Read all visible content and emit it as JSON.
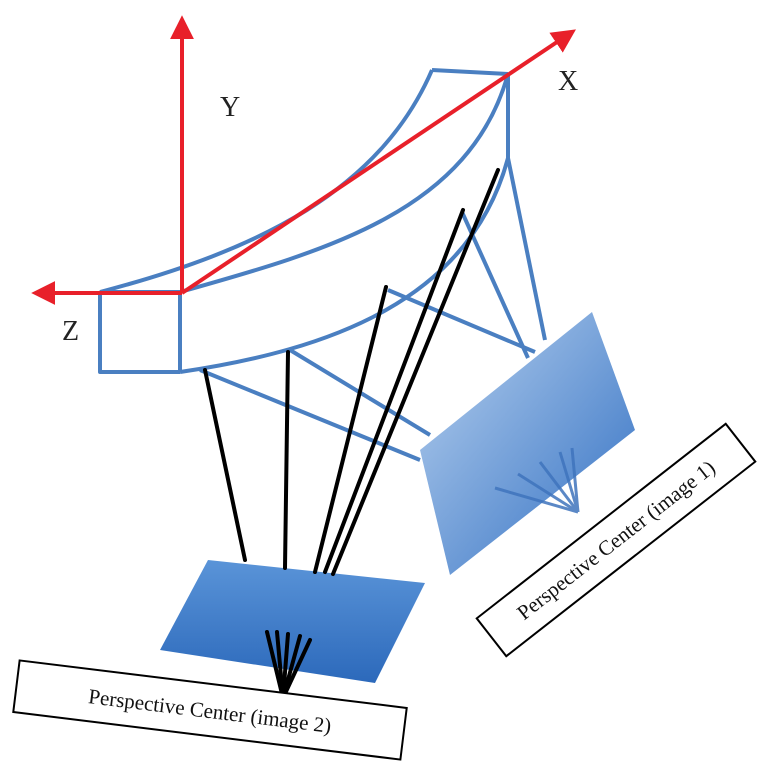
{
  "axes": {
    "x_label": "X",
    "y_label": "Y",
    "z_label": "Z",
    "axis_color": "#e8202a"
  },
  "captions": {
    "image1": "Perspective Center (image 1)",
    "image2": "Perspective Center (image 2)"
  },
  "colors": {
    "object_outline": "#4a7fc1",
    "ray": "#000000",
    "image_plane_light": "#9ec0e8",
    "image_plane_dark": "#2d6cbf"
  }
}
